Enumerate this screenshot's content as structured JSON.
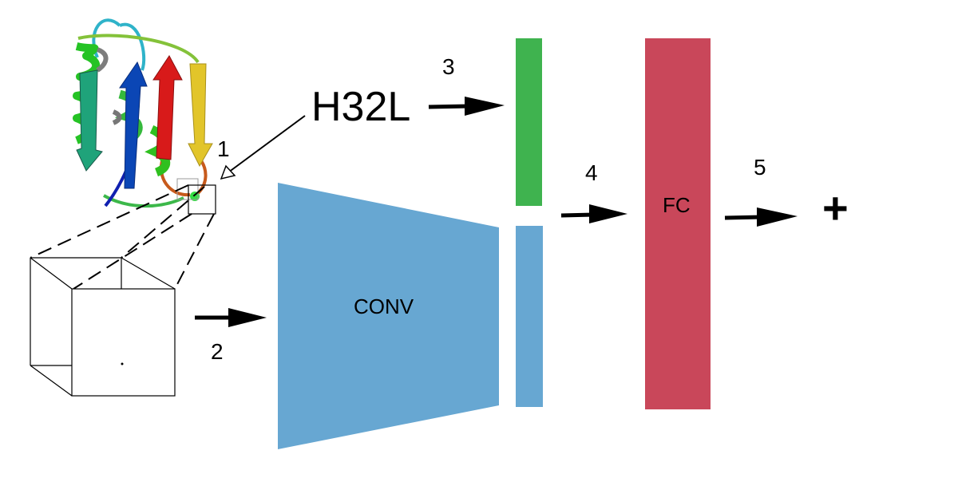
{
  "labels": {
    "mutation": "H32L",
    "conv": "CONV",
    "fc": "FC",
    "result": "+"
  },
  "steps": [
    "1",
    "2",
    "3",
    "4",
    "5"
  ],
  "colors": {
    "conv": "#67a7d2",
    "feature_green": "#3fb34f",
    "fc": "#c9475a",
    "arrow": "#000000",
    "protein_sheet_blue": "#0b46b5",
    "protein_sheet_red": "#d81a1a",
    "protein_sheet_yellow": "#e2c52a",
    "protein_helix_green": "#2fc01f",
    "protein_loop_orange": "#c75a1c",
    "mutation_site": "#33dd44"
  },
  "icons": [
    "protein-structure-icon",
    "voxel-cube-icon"
  ]
}
